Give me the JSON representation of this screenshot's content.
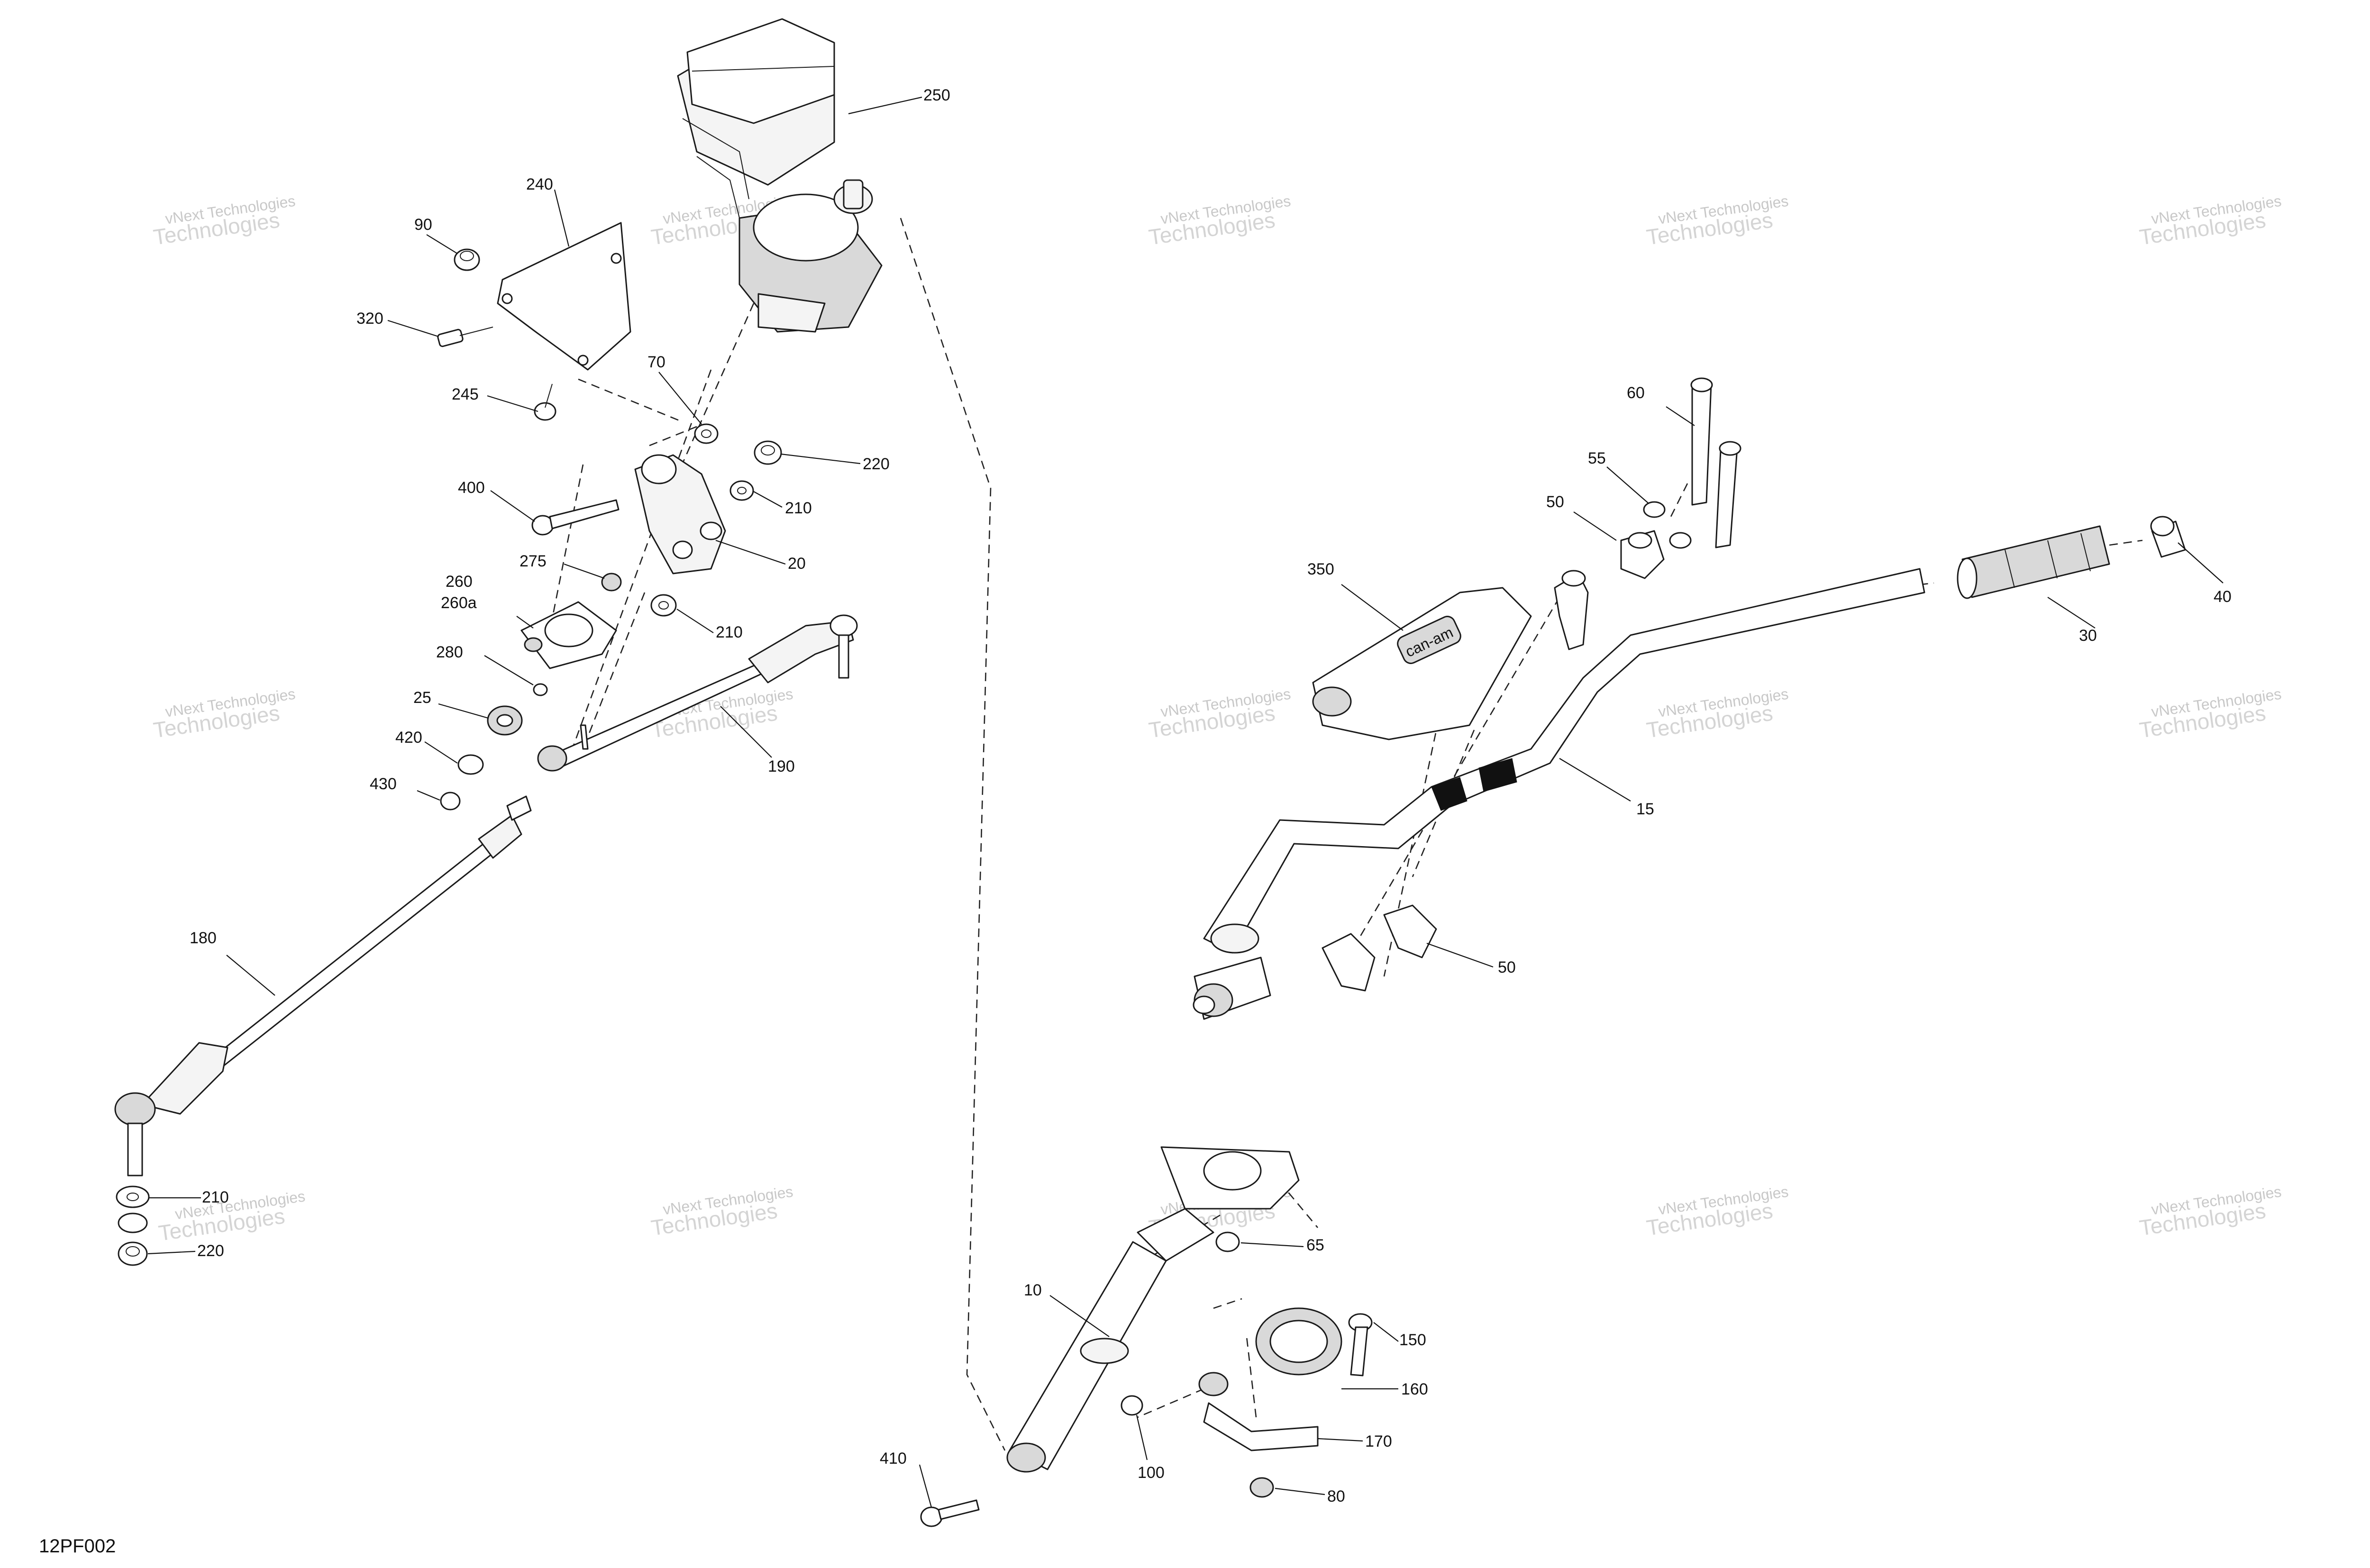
{
  "diagram_code": "12PF002",
  "watermark": {
    "line1": "vNext Technologies",
    "line2": "Technologies"
  },
  "callouts": [
    {
      "id": "c250",
      "text": "250"
    },
    {
      "id": "c240",
      "text": "240"
    },
    {
      "id": "c90",
      "text": "90"
    },
    {
      "id": "c320",
      "text": "320"
    },
    {
      "id": "c245",
      "text": "245"
    },
    {
      "id": "c70",
      "text": "70"
    },
    {
      "id": "c220a",
      "text": "220"
    },
    {
      "id": "c210a",
      "text": "210"
    },
    {
      "id": "c400",
      "text": "400"
    },
    {
      "id": "c20",
      "text": "20"
    },
    {
      "id": "c275",
      "text": "275"
    },
    {
      "id": "c260",
      "text": "260"
    },
    {
      "id": "c260a",
      "text": "260a"
    },
    {
      "id": "c210b",
      "text": "210"
    },
    {
      "id": "c280",
      "text": "280"
    },
    {
      "id": "c25",
      "text": "25"
    },
    {
      "id": "c420",
      "text": "420"
    },
    {
      "id": "c190",
      "text": "190"
    },
    {
      "id": "c430",
      "text": "430"
    },
    {
      "id": "c180",
      "text": "180"
    },
    {
      "id": "c210c",
      "text": "210"
    },
    {
      "id": "c220b",
      "text": "220"
    },
    {
      "id": "c60",
      "text": "60"
    },
    {
      "id": "c55",
      "text": "55"
    },
    {
      "id": "c50a",
      "text": "50"
    },
    {
      "id": "c350",
      "text": "350"
    },
    {
      "id": "c40",
      "text": "40"
    },
    {
      "id": "c30",
      "text": "30"
    },
    {
      "id": "c15",
      "text": "15"
    },
    {
      "id": "c50b",
      "text": "50"
    },
    {
      "id": "c65",
      "text": "65"
    },
    {
      "id": "c10",
      "text": "10"
    },
    {
      "id": "c150",
      "text": "150"
    },
    {
      "id": "c160",
      "text": "160"
    },
    {
      "id": "c170",
      "text": "170"
    },
    {
      "id": "c410",
      "text": "410"
    },
    {
      "id": "c100",
      "text": "100"
    },
    {
      "id": "c80",
      "text": "80"
    }
  ]
}
